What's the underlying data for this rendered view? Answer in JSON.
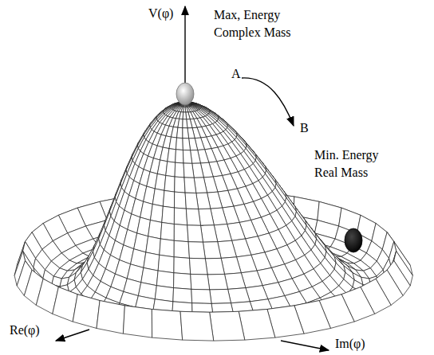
{
  "diagram": {
    "labels": [
      "V(φ)",
      "Max, Energy Complex Mass",
      "A",
      "B",
      "Min. Energy Real Mass",
      "Re(φ)",
      "Im(φ)"
    ]
  }
}
